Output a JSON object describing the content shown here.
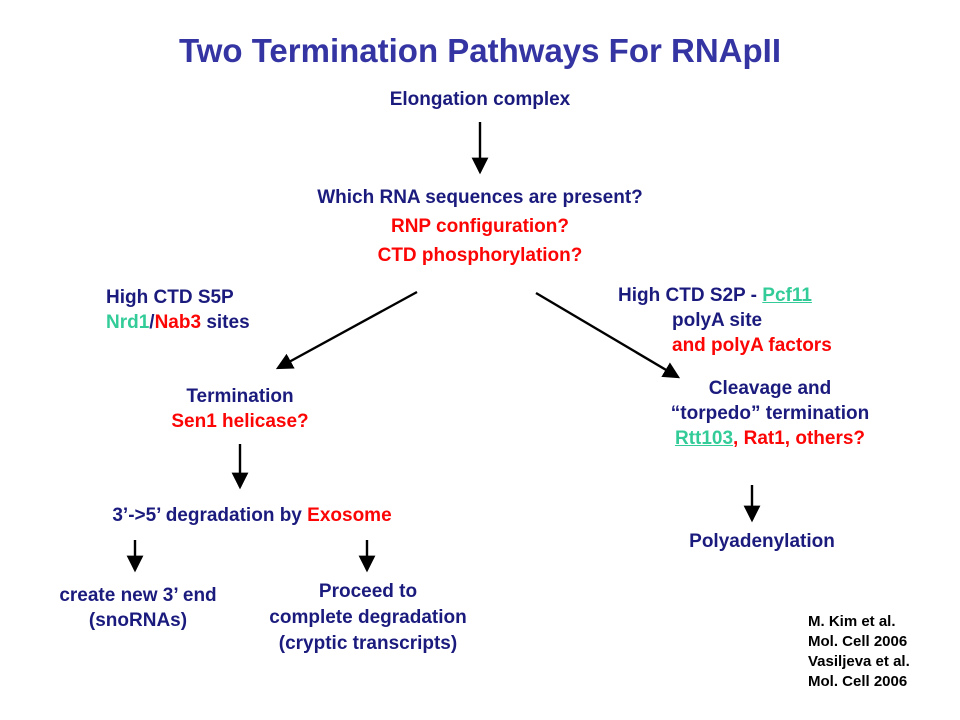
{
  "title": "Two Termination Pathways For RNApII",
  "nodes": {
    "elongation": "Elongation complex",
    "question": {
      "l1": "Which RNA sequences are present?",
      "l2": "RNP configuration?",
      "l3": "CTD phosphorylation?"
    },
    "left_branch": {
      "l1": "High CTD S5P",
      "nrd1": "Nrd1",
      "slash": "/",
      "nab3": "Nab3",
      "sites": " sites"
    },
    "right_branch": {
      "prefix": "High CTD S2P - ",
      "pcf11": "Pcf11",
      "l2": "polyA site",
      "l3": "and polyA factors"
    },
    "termination": {
      "l1": "Termination",
      "l2": "Sen1 helicase?"
    },
    "cleavage": {
      "l1": "Cleavage and",
      "l2": "“torpedo” termination",
      "rtt103": "Rtt103",
      "rest": ", Rat1, others?"
    },
    "degradation": {
      "prefix": "3’->5’ degradation by ",
      "exosome": "Exosome"
    },
    "create_new": {
      "l1": "create new 3’ end",
      "l2": "(snoRNAs)"
    },
    "proceed": {
      "l1": "Proceed to",
      "l2": "complete degradation",
      "l3": "(cryptic transcripts)"
    },
    "polyadenylation": "Polyadenylation",
    "citation": {
      "l1": "M. Kim et al.",
      "l2": "Mol. Cell 2006",
      "l3": "Vasiljeva et al.",
      "l4": "Mol. Cell 2006"
    }
  },
  "colors": {
    "title": "#3434a3",
    "navy": "#1b1b7e",
    "red": "#fb0505",
    "green": "#33cc99",
    "arrow": "#000000"
  }
}
